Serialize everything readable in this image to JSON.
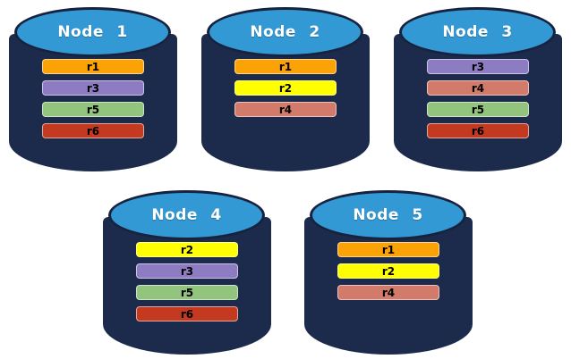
{
  "diagram": {
    "background_color": "#ffffff",
    "cylinder": {
      "body_color": "#1c2b4c",
      "top_ellipse_color": "#3399d4",
      "top_ellipse_border_color": "#17233e",
      "title_text_color": "#ffffff",
      "bar_text_color": "#000000"
    },
    "replica_colors": {
      "r1": "#fba306",
      "r2": "#ffff00",
      "r3": "#8e7cc3",
      "r4": "#d27b6b",
      "r5": "#93c47d",
      "r6": "#c43a21"
    },
    "nodes": [
      {
        "name": "Node 1",
        "replicas": [
          "r1",
          "r3",
          "r5",
          "r6"
        ]
      },
      {
        "name": "Node 2",
        "replicas": [
          "r1",
          "r2",
          "r4"
        ]
      },
      {
        "name": "Node 3",
        "replicas": [
          "r3",
          "r4",
          "r5",
          "r6"
        ]
      },
      {
        "name": "Node 4",
        "replicas": [
          "r2",
          "r3",
          "r5",
          "r6"
        ]
      },
      {
        "name": "Node 5",
        "replicas": [
          "r1",
          "r2",
          "r4"
        ]
      }
    ]
  }
}
